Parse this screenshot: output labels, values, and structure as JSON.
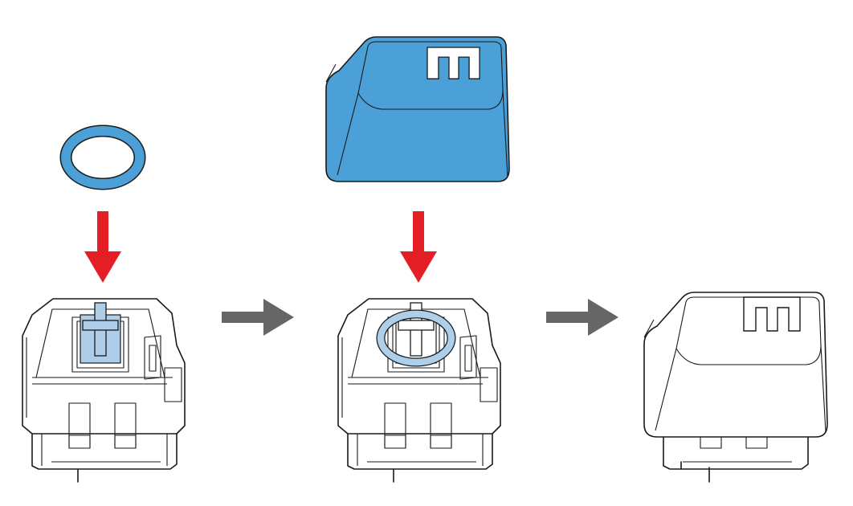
{
  "diagram": {
    "steps": [
      {
        "id": "place-o-ring",
        "parts": [
          "o-ring",
          "switch"
        ]
      },
      {
        "id": "install-keycap",
        "parts": [
          "keycap",
          "switch-with-o-ring"
        ]
      },
      {
        "id": "result",
        "parts": [
          "assembled-key"
        ]
      }
    ],
    "keycap_legend": "E",
    "colors": {
      "ring": "#4ba0d8",
      "ring_installed": "#aecfe9",
      "keycap": "#4ba0d8",
      "stem": "#aecde9",
      "arrow_down": "#e31e24",
      "arrow_next": "#666666",
      "outline": "#1a1a1a"
    }
  }
}
